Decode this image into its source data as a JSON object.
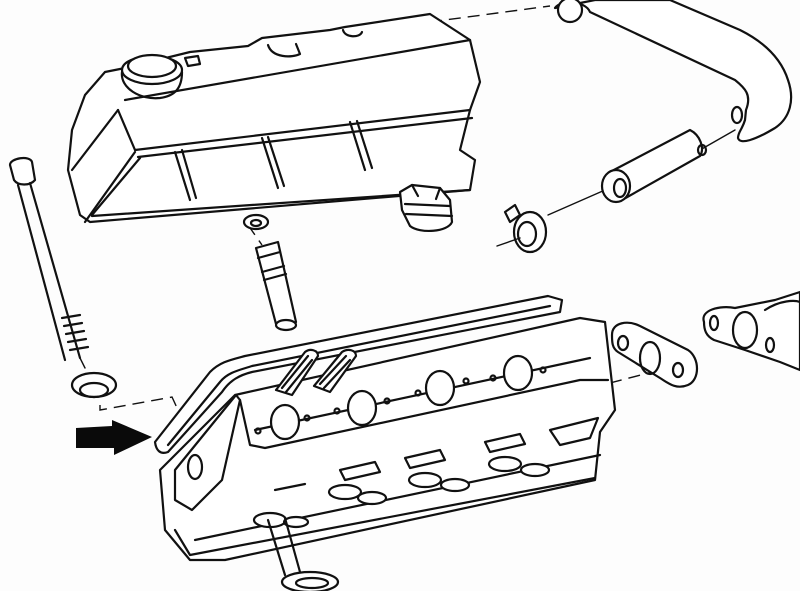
{
  "diagram": {
    "type": "exploded-parts-line-art",
    "colors": {
      "ink": "#111111",
      "paper": "#fdfdfd"
    },
    "parts": [
      {
        "id": "valve-cover",
        "icon": "valve-cover"
      },
      {
        "id": "oil-filler-cap",
        "icon": "filler-cap"
      },
      {
        "id": "pushrod",
        "icon": "rod"
      },
      {
        "id": "pushrod-seal",
        "icon": "washer"
      },
      {
        "id": "small-washer",
        "icon": "washer"
      },
      {
        "id": "valve-lifter",
        "icon": "cylinder"
      },
      {
        "id": "pcv-valve-grommet",
        "icon": "grommet"
      },
      {
        "id": "breather-hose",
        "icon": "hose"
      },
      {
        "id": "hose-connector-tube",
        "icon": "tube"
      },
      {
        "id": "hose-clamp-grommet",
        "icon": "clamp"
      },
      {
        "id": "valve-cover-gasket",
        "icon": "gasket"
      },
      {
        "id": "cylinder-head",
        "icon": "cylinder-head"
      },
      {
        "id": "head-studs",
        "icon": "stud"
      },
      {
        "id": "exhaust-flange-gasket",
        "icon": "flange-gasket"
      },
      {
        "id": "exhaust-manifold-flange",
        "icon": "manifold-flange"
      },
      {
        "id": "valve-spring-seat",
        "icon": "washer"
      }
    ],
    "callout": {
      "icon": "arrow-right",
      "target": "valve-cover-gasket"
    }
  }
}
